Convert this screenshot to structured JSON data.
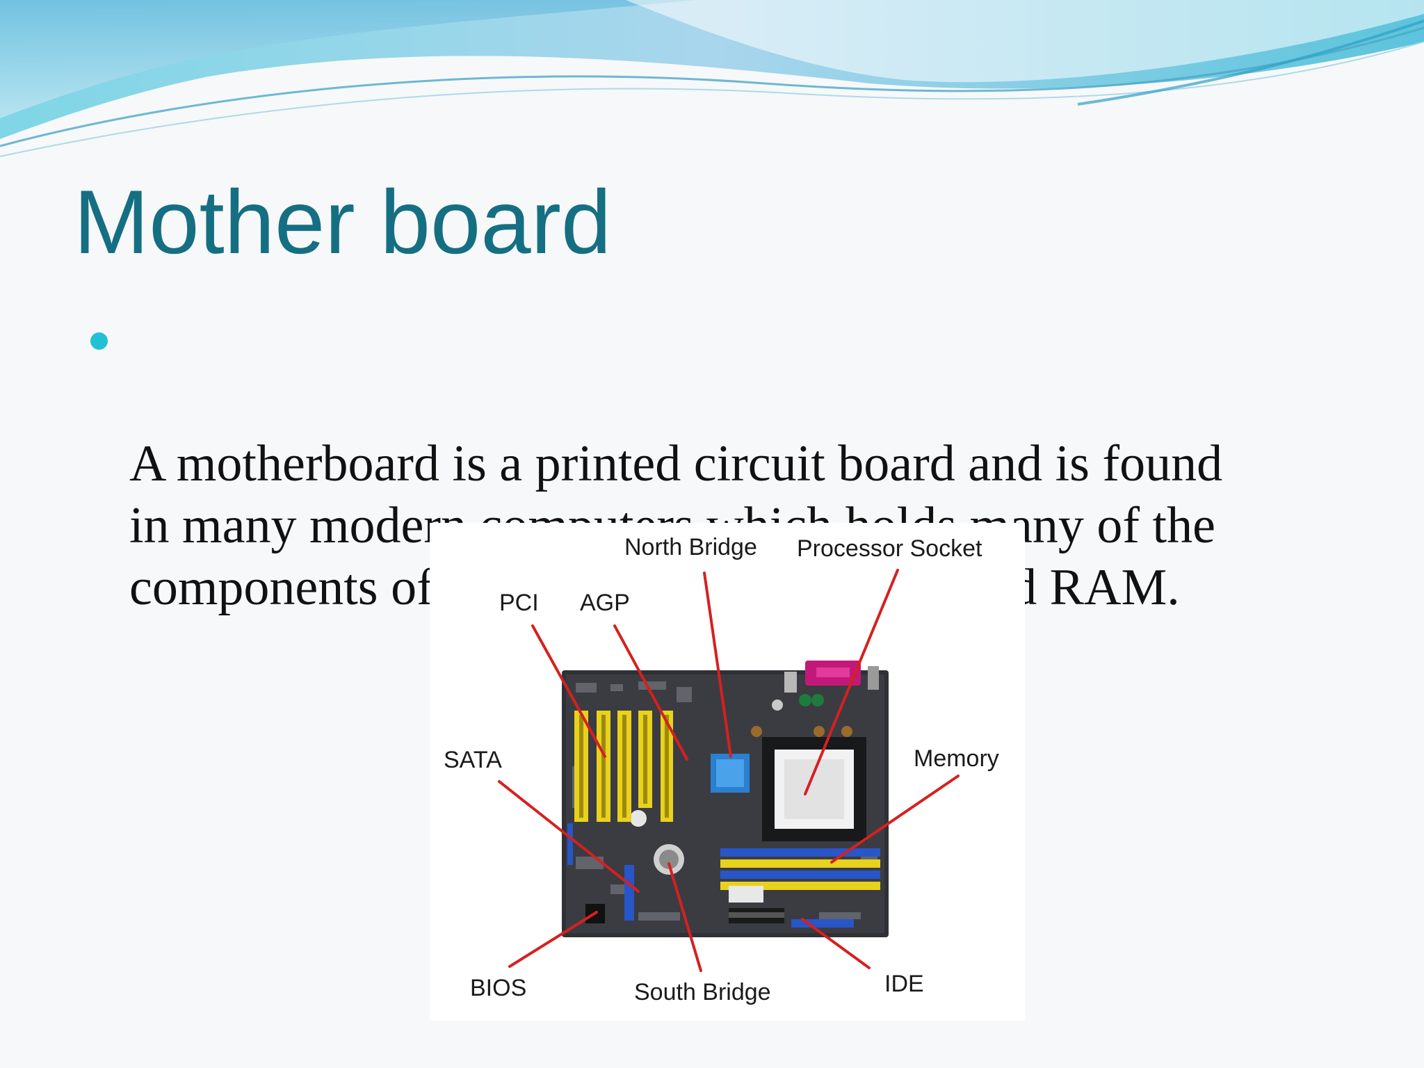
{
  "slide": {
    "title": "Mother board",
    "bullets": [
      {
        "text": "A motherboard is a printed circuit board and is found\nin many modern computers  which holds many  of the\ncomponents of the PC, such as the CPU and RAM."
      }
    ]
  },
  "figure": {
    "labels": {
      "north_bridge": "North Bridge",
      "processor_socket": "Processor Socket",
      "pci": "PCI",
      "agp": "AGP",
      "sata": "SATA",
      "memory": "Memory",
      "bios": "BIOS",
      "south_bridge": "South Bridge",
      "ide": "IDE"
    }
  },
  "colors": {
    "title": "#156f82",
    "bullet": "#22c0d4",
    "leader_lines": "#d62020",
    "board": "#2f3136"
  }
}
